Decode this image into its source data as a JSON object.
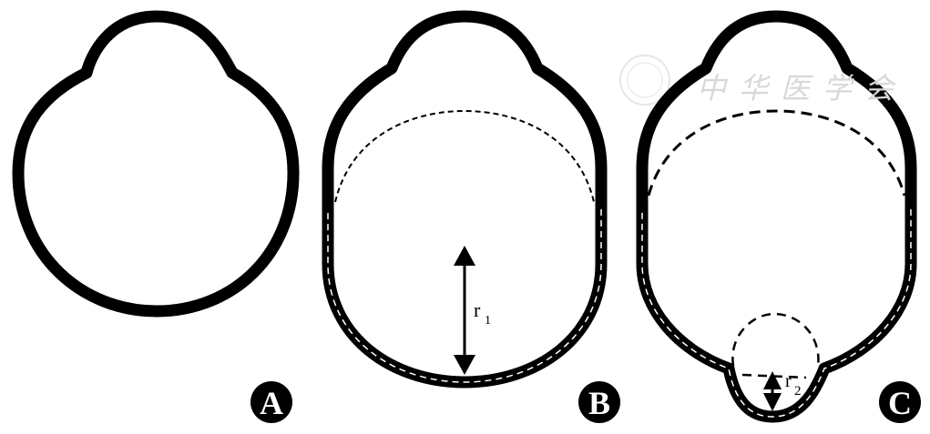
{
  "panels": [
    {
      "id": "A",
      "label": "A"
    },
    {
      "id": "B",
      "label": "B",
      "radius_label": "r",
      "radius_sub": "1"
    },
    {
      "id": "C",
      "label": "C",
      "radius_label": "r",
      "radius_sub": "2"
    }
  ],
  "watermark": {
    "text": "中华医学会"
  },
  "colors": {
    "outline": "#000000",
    "background": "#ffffff",
    "watermark": "#d8d8d8"
  }
}
